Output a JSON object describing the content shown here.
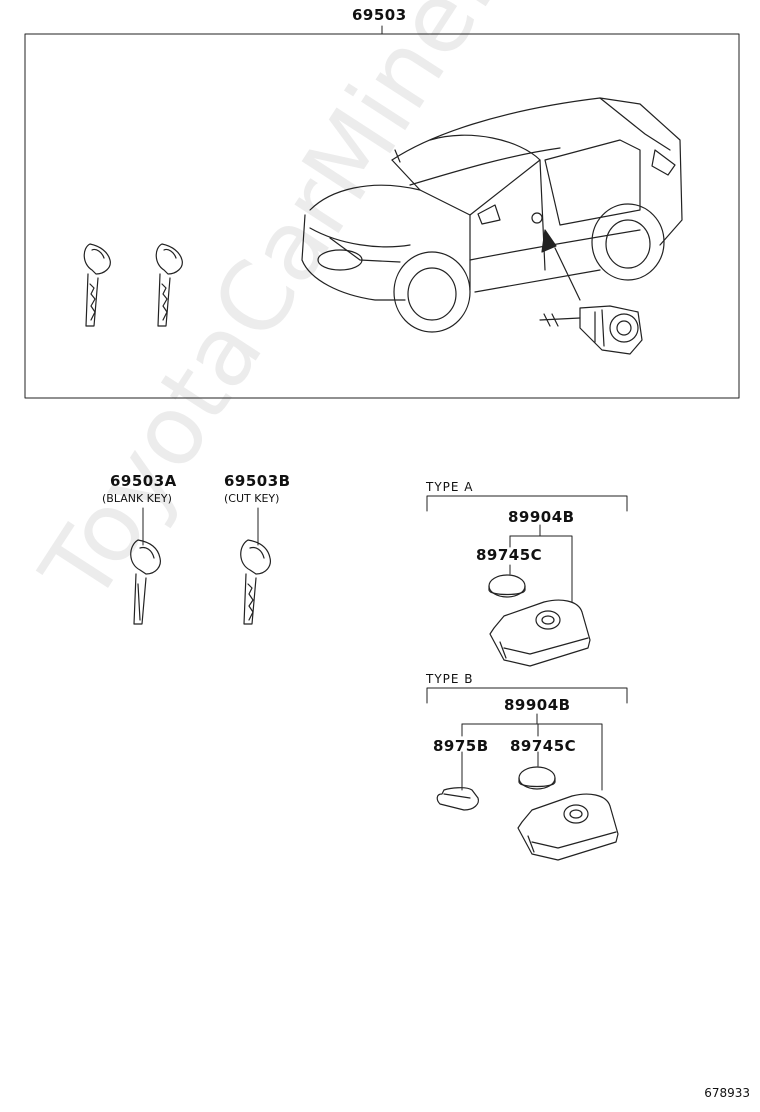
{
  "assembly": {
    "part_number": "69503"
  },
  "keys": {
    "blank": {
      "part_number": "69503A",
      "note": "(BLANK KEY)"
    },
    "cut": {
      "part_number": "69503B",
      "note": "(CUT KEY)"
    }
  },
  "transmitter_type_a": {
    "label": "TYPE  A",
    "housing_part_number": "89904B",
    "battery_part_number": "89745C"
  },
  "transmitter_type_b": {
    "label": "TYPE  B",
    "housing_part_number": "89904B",
    "cover_part_number": "8975B",
    "battery_part_number": "89745C"
  },
  "watermark": "ToyotaCarMine.ru",
  "diagram_id": "678933"
}
